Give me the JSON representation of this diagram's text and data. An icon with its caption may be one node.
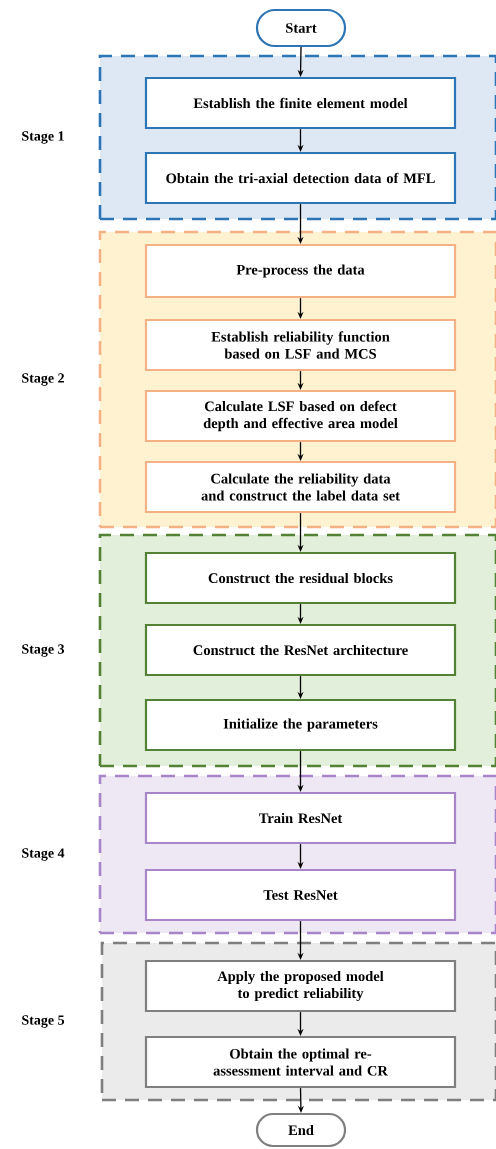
{
  "diagram": {
    "nodes": [
      {
        "text": [
          "Start"
        ]
      },
      {
        "text": [
          "Stage 1"
        ]
      },
      {
        "text": [
          "Establish the finite element model"
        ],
        "in": 1
      },
      {
        "text": [
          "Obtain the tri-axial detection data of MFL"
        ],
        "in": 1
      },
      {
        "text": [
          "Stage 2"
        ]
      },
      {
        "text": [
          "Pre-process the data"
        ],
        "in": 4
      },
      {
        "text": [
          "Establish reliability function based on LSF and MCS"
        ],
        "in": 4
      },
      {
        "text": [
          "Calculate LSF based on defect depth and effective area model"
        ],
        "in": 4
      },
      {
        "text": [
          "Calculate the reliability data and construct the label data set"
        ],
        "in": 4
      },
      {
        "text": [
          "Stage 3"
        ]
      },
      {
        "text": [
          "Construct the residual blocks"
        ],
        "in": 9
      },
      {
        "text": [
          "Construct the ResNet architecture"
        ],
        "in": 9
      },
      {
        "text": [
          "Initialize the parameters"
        ],
        "in": 9
      },
      {
        "text": [
          "Stage 4"
        ]
      },
      {
        "text": [
          "Train ResNet"
        ],
        "in": 13
      },
      {
        "text": [
          "Test ResNet"
        ],
        "in": 13
      },
      {
        "text": [
          "Stage 5"
        ]
      },
      {
        "text": [
          "Apply the proposed model to predict reliability"
        ],
        "in": 16
      },
      {
        "text": [
          "Obtain the optimal re-assessment interval and CR"
        ],
        "in": 16
      },
      {
        "text": [
          "End"
        ]
      }
    ],
    "edges": [
      {
        "from": 0,
        "to": 2,
        "arrow": "to"
      },
      {
        "from": 2,
        "to": 3,
        "arrow": "to"
      },
      {
        "from": 3,
        "to": 5,
        "arrow": "to"
      },
      {
        "from": 5,
        "to": 6,
        "arrow": "to"
      },
      {
        "from": 6,
        "to": 7,
        "arrow": "to"
      },
      {
        "from": 7,
        "to": 8,
        "arrow": "to"
      },
      {
        "from": 8,
        "to": 10,
        "arrow": "to"
      },
      {
        "from": 10,
        "to": 11,
        "arrow": "to"
      },
      {
        "from": 11,
        "to": 12,
        "arrow": "to"
      },
      {
        "from": 12,
        "to": 14,
        "arrow": "to"
      },
      {
        "from": 14,
        "to": 15,
        "arrow": "to"
      },
      {
        "from": 15,
        "to": 17,
        "arrow": "to"
      },
      {
        "from": 17,
        "to": 18,
        "arrow": "to"
      },
      {
        "from": 18,
        "to": 19,
        "arrow": "to"
      }
    ]
  }
}
